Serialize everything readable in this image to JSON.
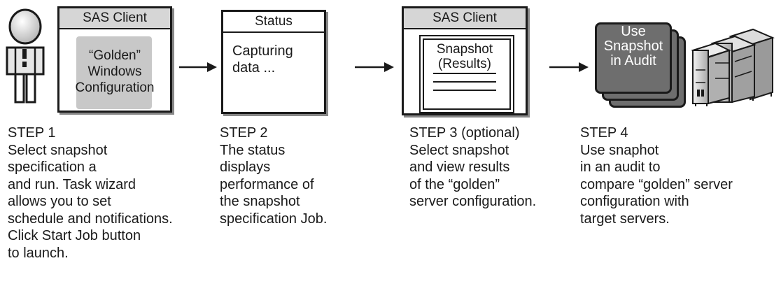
{
  "step1": {
    "window_title": "SAS Client",
    "content_lines": [
      "“Golden”",
      "Windows",
      "Configuration"
    ],
    "heading": "STEP 1",
    "description": [
      "Select snapshot",
      "specification a",
      "and run. Task wizard",
      "allows you to set",
      "schedule and notifications.",
      "Click Start Job button",
      "to launch."
    ],
    "icon": "user-figure-icon"
  },
  "step2": {
    "window_title": "Status",
    "content_lines": [
      "Capturing",
      "data ..."
    ],
    "heading": "STEP 2",
    "description": [
      "The status",
      "displays",
      "performance of",
      "the snapshot",
      "specification Job."
    ]
  },
  "step3": {
    "window_title": "SAS Client",
    "content_lines": [
      "Snapshot",
      "(Results)"
    ],
    "heading": "STEP 3 (optional)",
    "description": [
      "Select snapshot",
      "and view results",
      "of the “golden”",
      "server configuration."
    ],
    "icon": "document-icon"
  },
  "step4": {
    "card_lines": [
      "Use",
      "Snapshot",
      "in Audit"
    ],
    "heading": "STEP 4",
    "description": [
      "Use snaphot",
      "in an audit to",
      "compare “golden” server",
      "configuration with",
      "target servers."
    ],
    "icon": "server-rack-icon"
  },
  "colors": {
    "stroke": "#1a1a1a",
    "panel_gray": "#c8c8c8",
    "card_dark": "#6e6e6e",
    "card_text": "#ffffff"
  }
}
